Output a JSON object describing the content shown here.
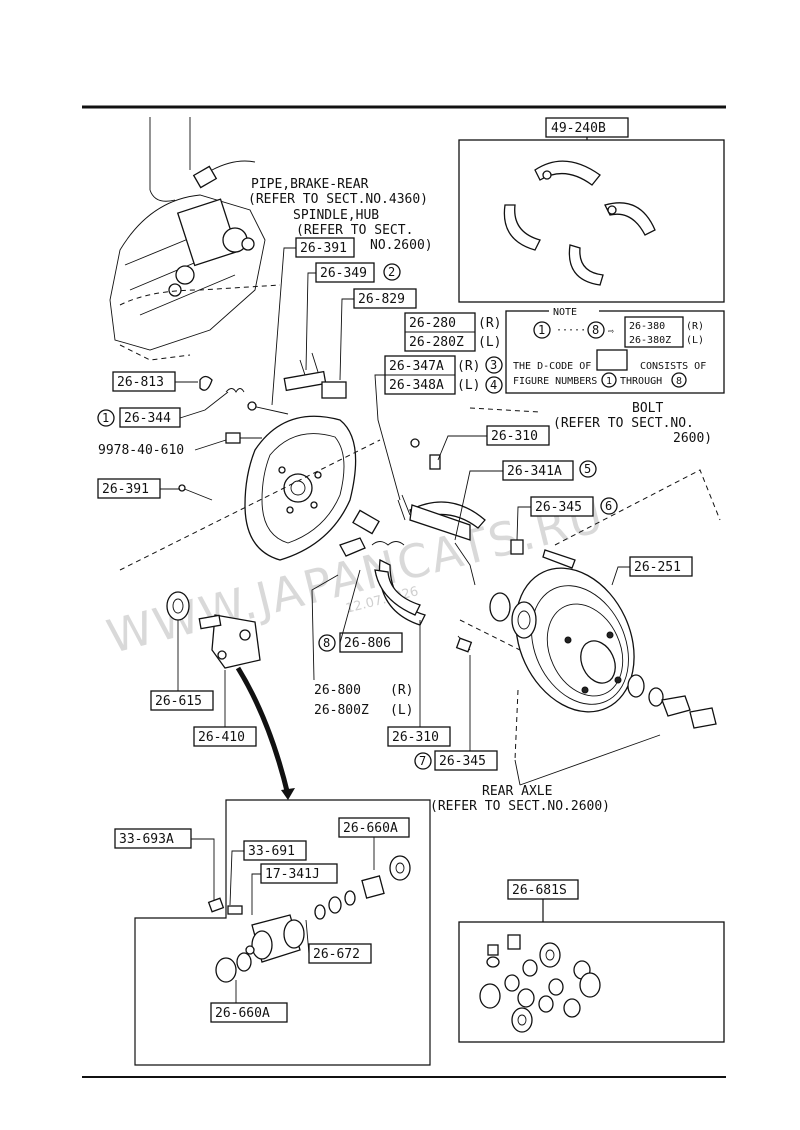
{
  "labels": {
    "pipe_note_1": "PIPE,BRAKE-REAR",
    "pipe_note_2": "(REFER TO SECT.NO.4360)",
    "hub_note_1": "SPINDLE,HUB",
    "hub_note_2": "(REFER TO SECT.",
    "hub_note_3": "NO.2600)",
    "bolt_note_1": "BOLT",
    "bolt_note_2": "(REFER TO SECT.NO.",
    "bolt_note_3": "2600)",
    "axle_note_1": "REAR AXLE",
    "axle_note_2": "(REFER TO SECT.NO.2600)"
  },
  "parts": {
    "p49_240b": "49-240B",
    "p26_391a": "26-391",
    "p26_349": "26-349",
    "p26_829": "26-829",
    "p26_280": "26-280",
    "p26_280z": "26-280Z",
    "p26_347a": "26-347A",
    "p26_348a": "26-348A",
    "p26_813": "26-813",
    "p26_344": "26-344",
    "p9978": "9978-40-610",
    "p26_391b": "26-391",
    "p26_310a": "26-310",
    "p26_341a": "26-341A",
    "p26_345a": "26-345",
    "p26_251": "26-251",
    "p26_806": "26-806",
    "p26_615": "26-615",
    "p26_410": "26-410",
    "p26_800": "26-800",
    "p26_800z": "26-800Z",
    "p26_310b": "26-310",
    "p26_345b": "26-345",
    "p33_693a": "33-693A",
    "p33_691": "33-691",
    "p17_341j": "17-341J",
    "p26_660a_top": "26-660A",
    "p26_672": "26-672",
    "p26_660a_bot": "26-660A",
    "p26_681s": "26-681S"
  },
  "side": {
    "r": "(R)",
    "l": "(L)"
  },
  "circled": {
    "c1": "1",
    "c2": "2",
    "c3": "3",
    "c4": "4",
    "c5": "5",
    "c6": "6",
    "c7": "7",
    "c8": "8"
  },
  "note_box": {
    "title": "NOTE",
    "range_from": "1",
    "range_to": "8",
    "code_r": "26-380",
    "code_l": "26-380Z",
    "text_1": "THE D-CODE OF",
    "text_2": "CONSISTS OF",
    "text_3": "FIGURE NUMBERS",
    "text_4": "THROUGH"
  },
  "watermark": {
    "main": "WWW.JAPANCATS.RU",
    "date": "12.07.2026"
  }
}
